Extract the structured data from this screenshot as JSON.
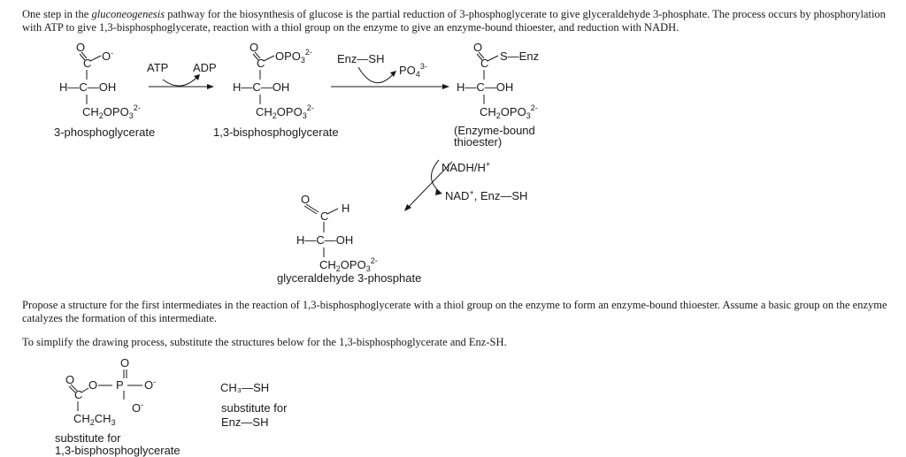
{
  "intro": {
    "lead": "One step in the ",
    "term": "gluconeogenesis",
    "rest": " pathway for the biosynthesis of glucose is the partial reduction of 3-phosphoglycerate to give glyceraldehyde 3-phosphate. The process occurs by phosphorylation with ATP to give 1,3-bisphosphoglycerate, reaction with a thiol group on the enzyme to give an enzyme-bound thioester, and reduction with NADH."
  },
  "scheme": {
    "compound1_label": "3-phosphoglycerate",
    "compound2_label": "1,3-bisphosphoglycerate",
    "compound3_label_line1": "(Enzyme-bound",
    "compound3_label_line2": "thioester)",
    "compound4_label": "glyceraldehyde 3-phosphate",
    "atp": "ATP",
    "adp": "ADP",
    "enz_sh": "Enz—SH",
    "phosphate": "PO",
    "nadh": "NADH/H",
    "nad": "NAD",
    "nad_rest": ", Enz—SH",
    "h_c_oh": "H—C—OH",
    "s_enz": "S—Enz",
    "opo3": "OPO",
    "ch2opo3": "CH",
    "h": "H"
  },
  "question": "Propose a structure for the first intermediates in the reaction of 1,3-bisphosphoglycerate with a thiol group on the enzyme to form an enzyme-bound thioester. Assume a basic group on the enzyme catalyzes the formation of this intermediate.",
  "instruction": "To simplify the drawing process, substitute the structures below for the 1,3-bisphosphoglycerate and Enz-SH.",
  "substitutes": {
    "ch3_sh": "CH₃—SH",
    "enz_label_line1": "substitute for",
    "enz_label_line2": "Enz—SH",
    "bpg_label_line1": "substitute for",
    "bpg_label_line2": "1,3-bisphosphoglycerate"
  }
}
